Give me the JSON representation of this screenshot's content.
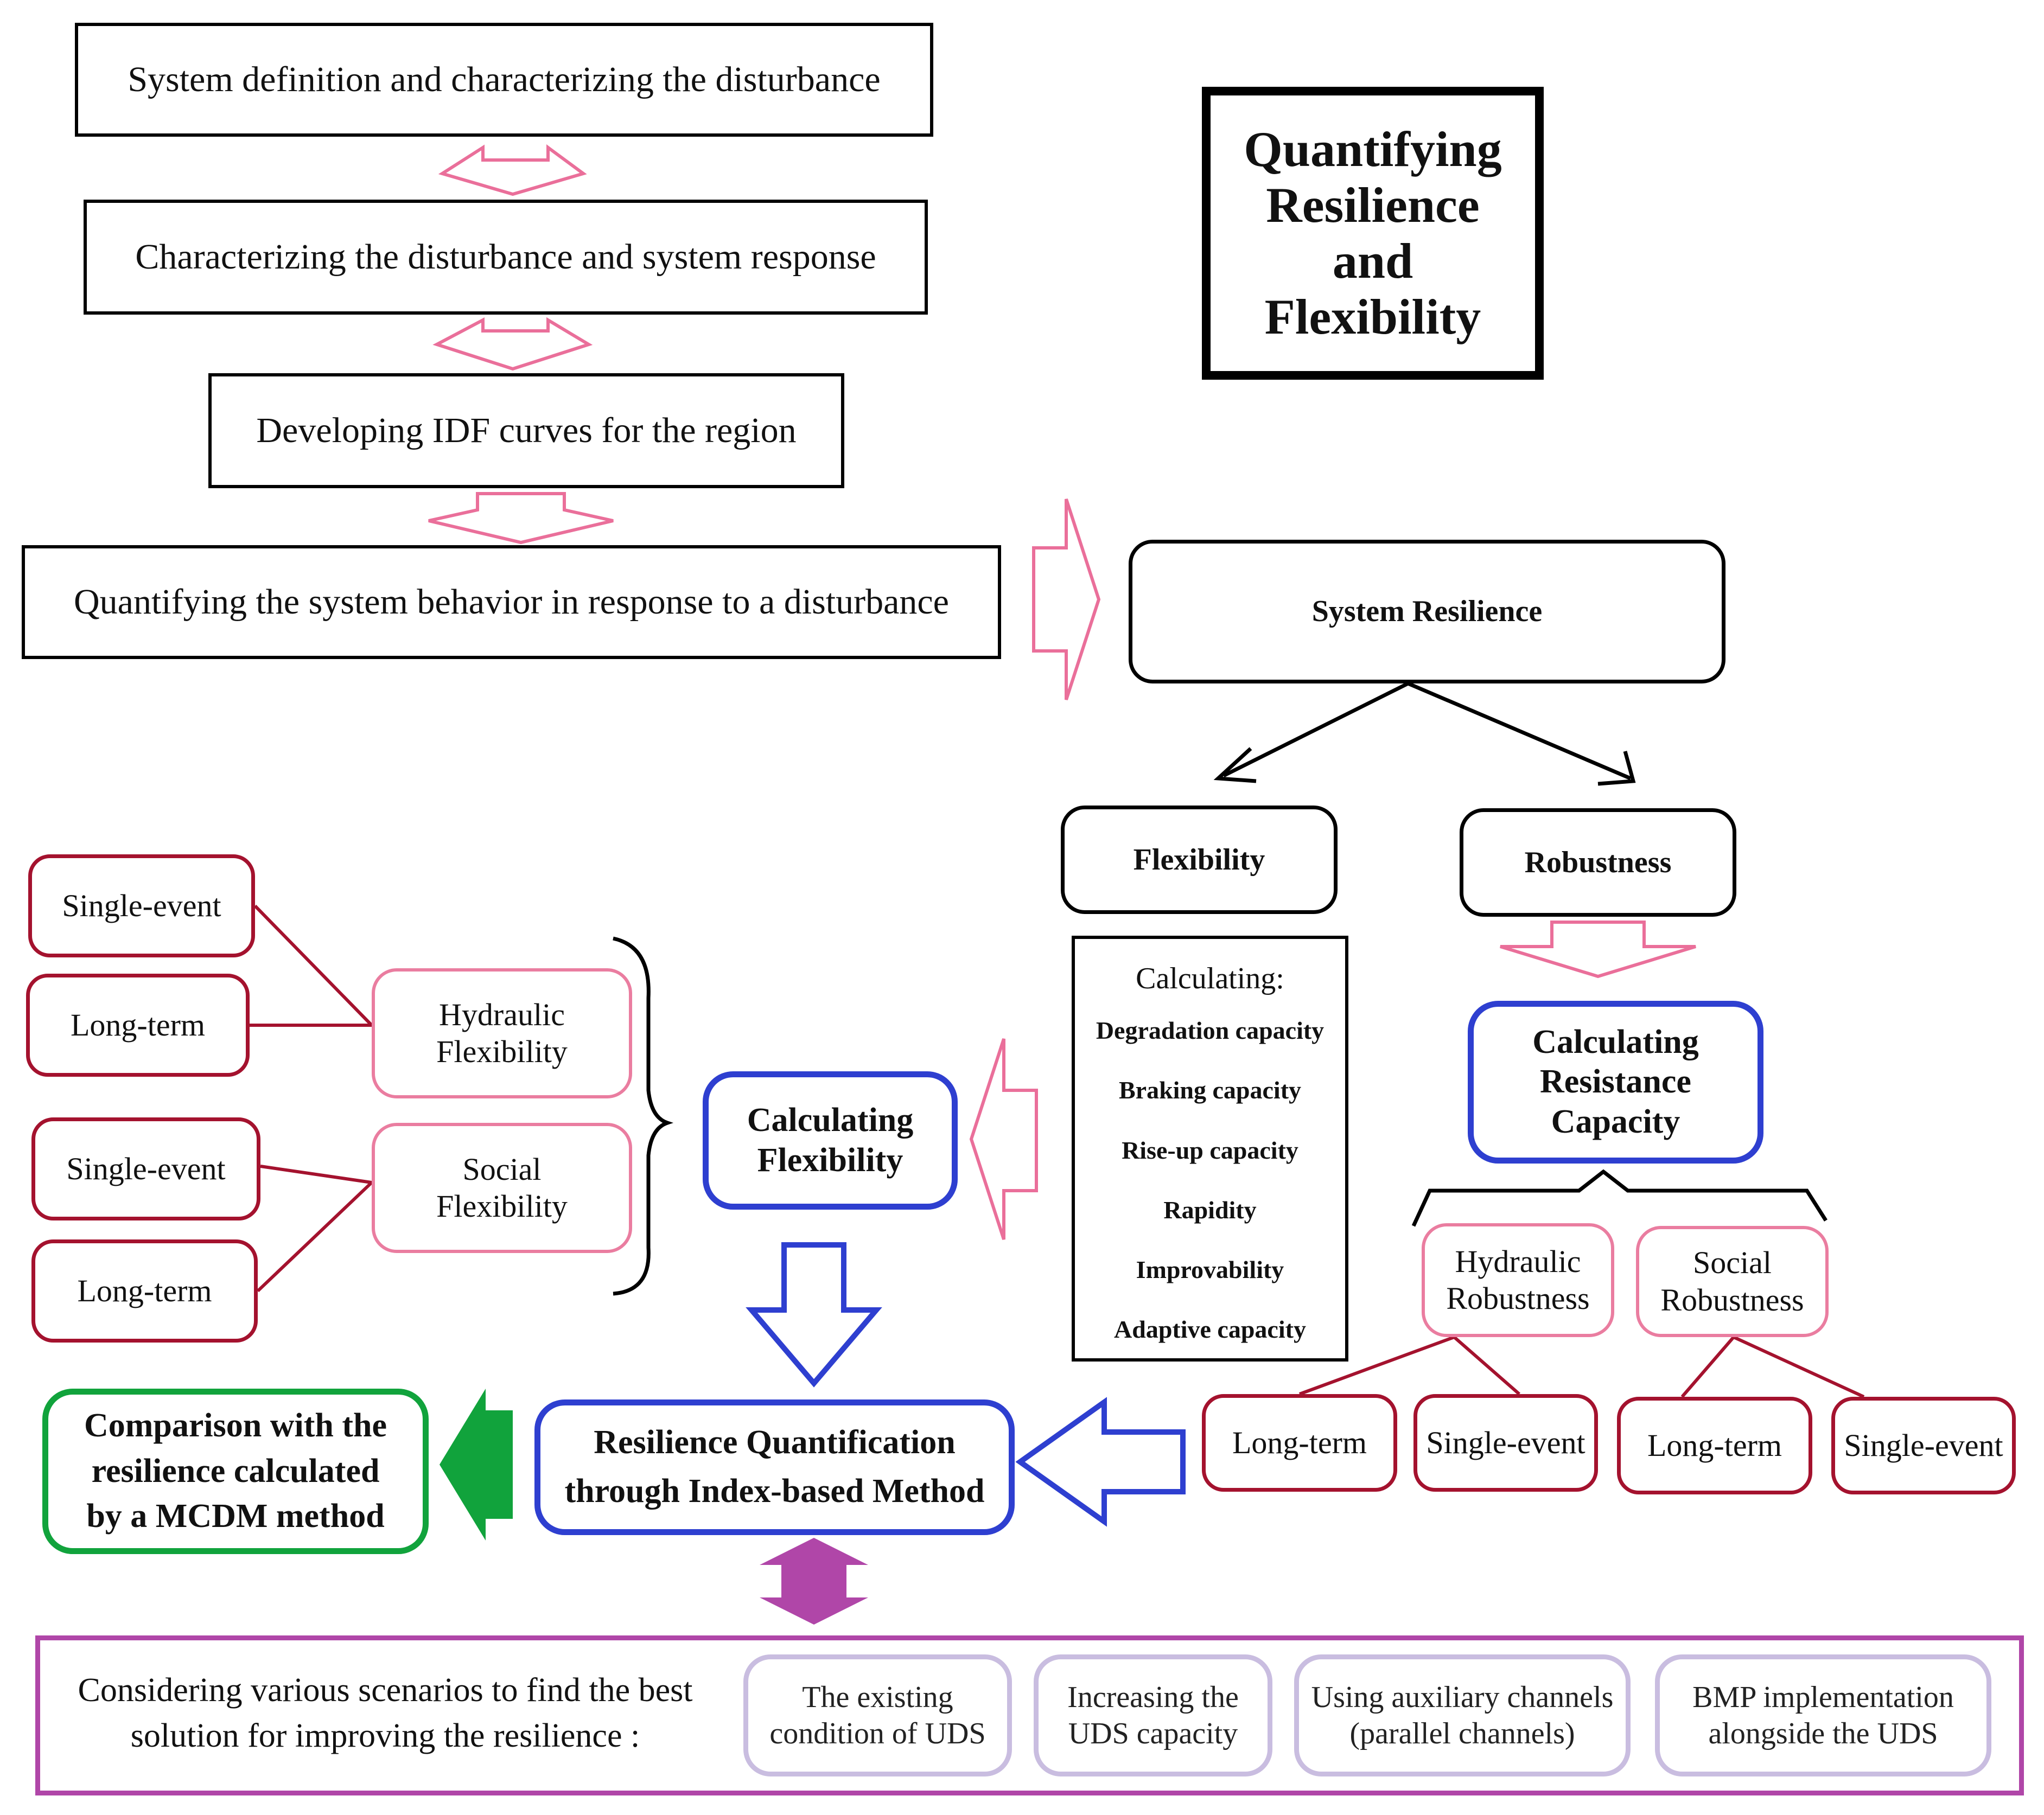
{
  "title_box": {
    "line1": "Quantifying",
    "line2": "Resilience",
    "line3": "and",
    "line4": "Flexibility"
  },
  "steps": [
    "System definition and characterizing the disturbance",
    "Characterizing the disturbance and system response",
    "Developing IDF curves for the region",
    "Quantifying the system behavior in response to a disturbance"
  ],
  "system_resilience": "System Resilience",
  "flexibility": "Flexibility",
  "robustness": "Robustness",
  "calc_list": {
    "heading": "Calculating:",
    "items": [
      "Degradation capacity",
      "Braking capacity",
      "Rise-up capacity",
      "Rapidity",
      "Improvability",
      "Adaptive capacity"
    ]
  },
  "calc_resistance": {
    "line1": "Calculating",
    "line2": "Resistance",
    "line3": "Capacity"
  },
  "calc_flexibility": {
    "line1": "Calculating",
    "line2": "Flexibility"
  },
  "hydraulic_flexibility": {
    "line1": "Hydraulic",
    "line2": "Flexibility"
  },
  "social_flexibility": {
    "line1": "Social",
    "line2": "Flexibility"
  },
  "hydraulic_robustness": {
    "line1": "Hydraulic",
    "line2": "Robustness"
  },
  "social_robustness": {
    "line1": "Social",
    "line2": "Robustness"
  },
  "single_event": "Single-event",
  "long_term": "Long-term",
  "resilience_quant": {
    "line1": "Resilience Quantification",
    "line2": "through Index-based Method"
  },
  "comparison": {
    "line1": "Comparison with the",
    "line2": "resilience calculated",
    "line3": "by a MCDM method"
  },
  "scenarios": {
    "intro_line1": "Considering various scenarios to find the best",
    "intro_line2": "solution for improving the resilience :",
    "items": [
      {
        "line1": "The existing",
        "line2": "condition of UDS"
      },
      {
        "line1": "Increasing the",
        "line2": "UDS capacity"
      },
      {
        "line1": "Using auxiliary channels",
        "line2": "(parallel channels)"
      },
      {
        "line1": "BMP implementation",
        "line2": "alongside the UDS"
      }
    ]
  },
  "colors": {
    "pink_arrow": "#ea6f9a",
    "blue": "#2e3fd0",
    "dark_red": "#a4122e",
    "green": "#11a33c",
    "purple": "#b046a8",
    "lavender": "#c9bde0"
  }
}
